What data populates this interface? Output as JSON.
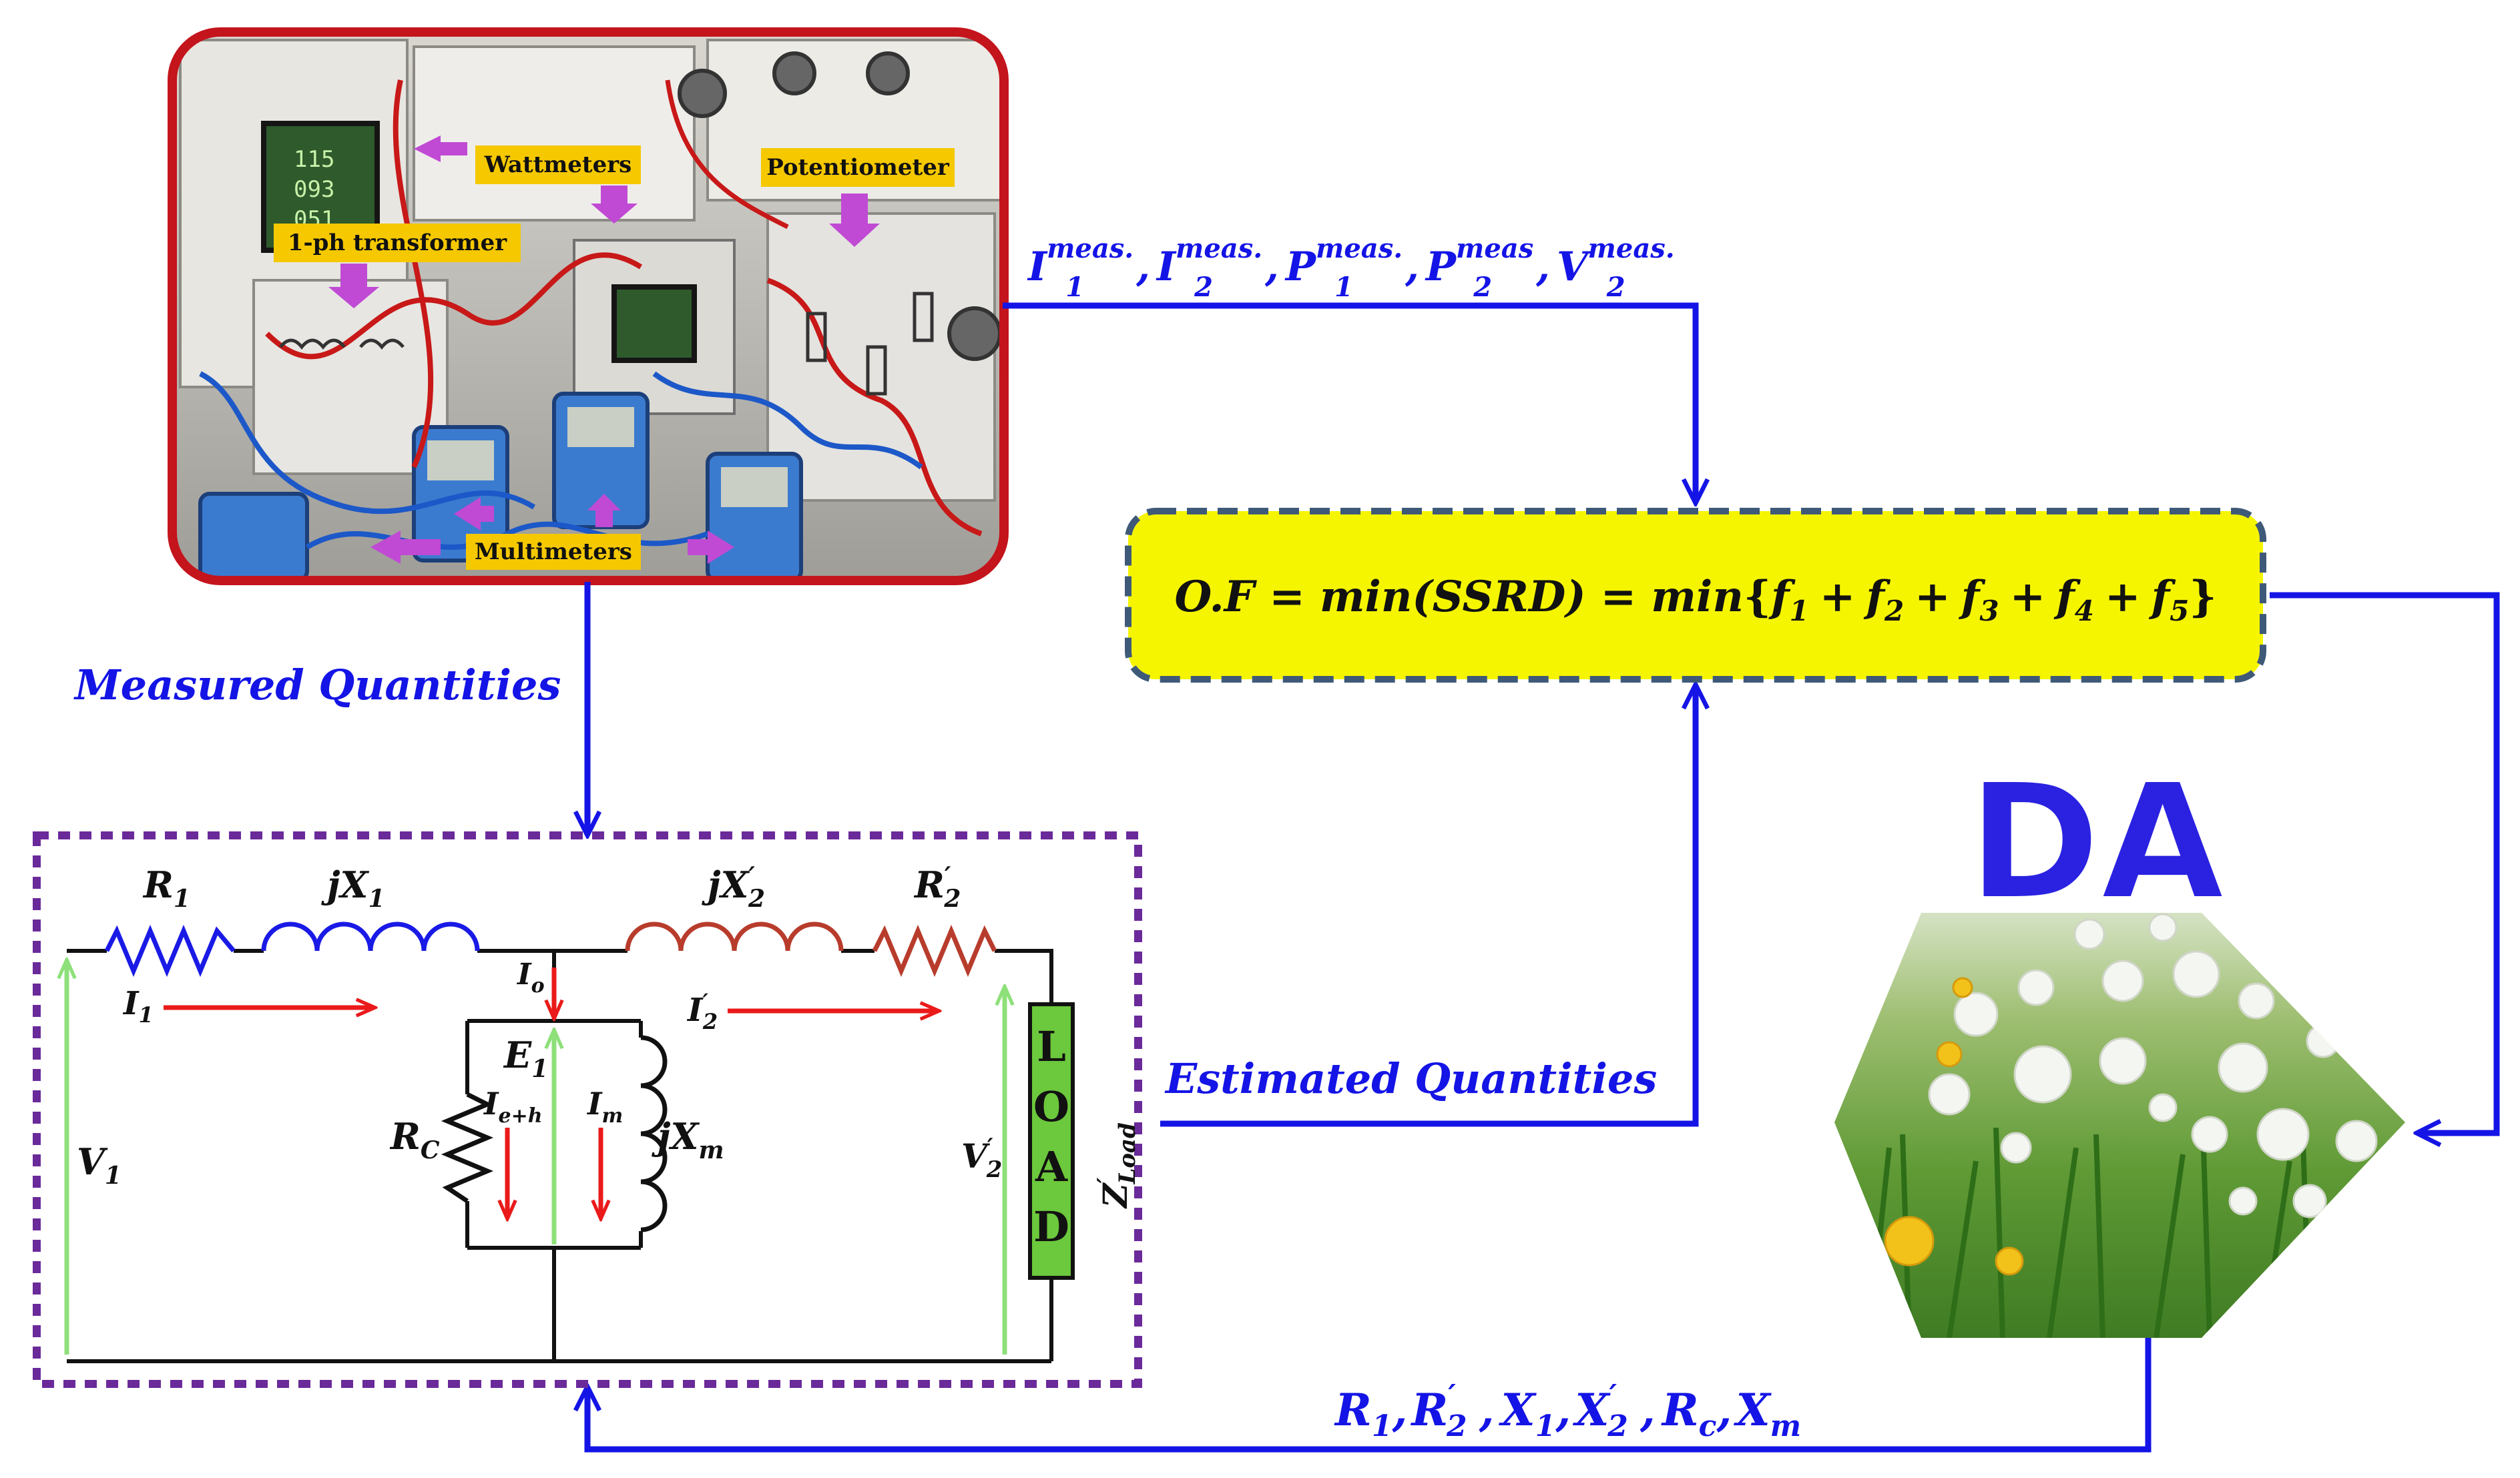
{
  "photo": {
    "labels": {
      "wattmeters": "Wattmeters",
      "potentiometer": "Potentiometer",
      "transformer": "1-ph transformer",
      "multimeters": "Multimeters"
    },
    "meter_display": [
      "115",
      "093",
      "051"
    ]
  },
  "flows": {
    "measured_inputs": {
      "I1": "I",
      "I1_sub": "1",
      "I1_sup": "meas.",
      "I2": "I",
      "I2_sub": "2",
      "I2_sup": "meas.",
      "P1": "P",
      "P1_sub": "1",
      "P1_sup": "meas.",
      "P2": "P",
      "P2_sub": "2",
      "P2_sup": "meas",
      "V2": "V",
      "V2_sub": "2",
      "V2_sup": "meas.",
      "sep": ","
    },
    "measured_quantities": "Measured Quantities",
    "estimated_quantities": "Estimated Quantities",
    "parameters": {
      "R1": "R",
      "R1_sub": "1",
      "R2p": "R",
      "R2p_sub": "2",
      "X1": "X",
      "X1_sub": "1",
      "X2p": "X",
      "X2p_sub": "2",
      "Rc": "R",
      "Rc_sub": "c",
      "Xm": "X",
      "Xm_sub": "m",
      "sep": ","
    }
  },
  "objective": {
    "lhs": "O.F",
    "eq": "=",
    "min1": "min",
    "ssrd": "(SSRD)",
    "min2": "min",
    "open_brace": "{",
    "close_brace": "}",
    "plus": "+",
    "terms": [
      {
        "base": "f",
        "sub": "1"
      },
      {
        "base": "f",
        "sub": "2"
      },
      {
        "base": "f",
        "sub": "3"
      },
      {
        "base": "f",
        "sub": "4"
      },
      {
        "base": "f",
        "sub": "5"
      }
    ]
  },
  "algorithm": {
    "title": "DA"
  },
  "circuit": {
    "R1": {
      "base": "R",
      "sub": "1"
    },
    "jX1": {
      "base": "jX",
      "sub": "1"
    },
    "jX2p": {
      "base": "jX",
      "sub": "2"
    },
    "R2p": {
      "base": "R",
      "sub": "2"
    },
    "I1": {
      "base": "I",
      "sub": "1"
    },
    "Io": {
      "base": "I",
      "sub": "o"
    },
    "I2p": {
      "base": "I",
      "sub": "2"
    },
    "E1": {
      "base": "E",
      "sub": "1"
    },
    "Ieh": {
      "base": "I",
      "sub": "e+h"
    },
    "Im": {
      "base": "I",
      "sub": "m"
    },
    "Rc": {
      "base": "R",
      "sub": "C"
    },
    "jXm": {
      "base": "jX",
      "sub": "m"
    },
    "V1": {
      "base": "V",
      "sub": "1"
    },
    "V2p": {
      "base": "V",
      "sub": "2"
    },
    "Zload": {
      "base": "Z",
      "sub": "Load"
    },
    "prime": "′",
    "load_letters": [
      "L",
      "O",
      "A",
      "D"
    ]
  },
  "colors": {
    "flow_blue": "#1414e6",
    "photo_border": "#c4141c",
    "objective_fill": "#f5f500",
    "objective_border": "#3f5a78",
    "circuit_border": "#6a2a9a",
    "resistor_blue": "#1a1ae6",
    "resistor_brown": "#b83c2c",
    "current_red": "#ea1a1a",
    "voltage_green": "#8ee07a",
    "load_green": "#6cc83c",
    "da_blue": "#2a22e0",
    "pointer_purple": "#c04ad4",
    "label_yellow": "#f5c800"
  }
}
